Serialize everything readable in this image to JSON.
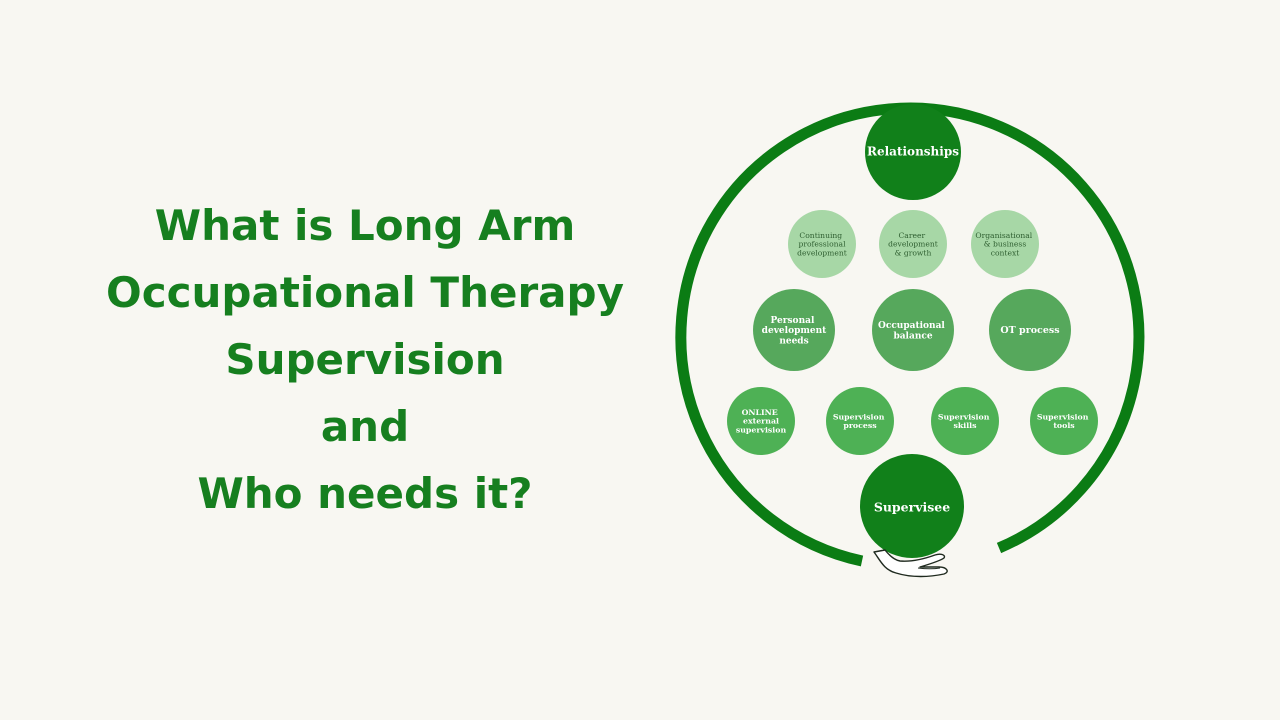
{
  "headline": {
    "lines": [
      "What is Long Arm",
      "Occupational Therapy",
      "Supervision",
      "and",
      "Who needs it?"
    ]
  },
  "colors": {
    "background": "#f8f7f2",
    "title": "#167f1f",
    "ring": "#0b7c14",
    "dark_node": "#11801a",
    "light_node": "#a7d7a6",
    "mid_node": "#56a85c",
    "bright_node": "#4eb155"
  },
  "diagram": {
    "top_node": {
      "label": "Relationships",
      "icon": "relationships-node"
    },
    "bottom_node": {
      "label": "Supervisee",
      "icon": "open-hand-icon"
    },
    "rows": [
      {
        "tone": "light",
        "nodes": [
          {
            "label": "Continuing professional development"
          },
          {
            "label": "Career development & growth"
          },
          {
            "label": "Organisational & business context"
          }
        ]
      },
      {
        "tone": "mid",
        "nodes": [
          {
            "label": "Personal development needs"
          },
          {
            "label": "Occupational balance"
          },
          {
            "label": "OT process"
          }
        ]
      },
      {
        "tone": "bright",
        "nodes": [
          {
            "label": "ONLINE external supervision"
          },
          {
            "label": "Supervision process"
          },
          {
            "label": "Supervision skills"
          },
          {
            "label": "Supervision tools"
          }
        ]
      }
    ]
  }
}
